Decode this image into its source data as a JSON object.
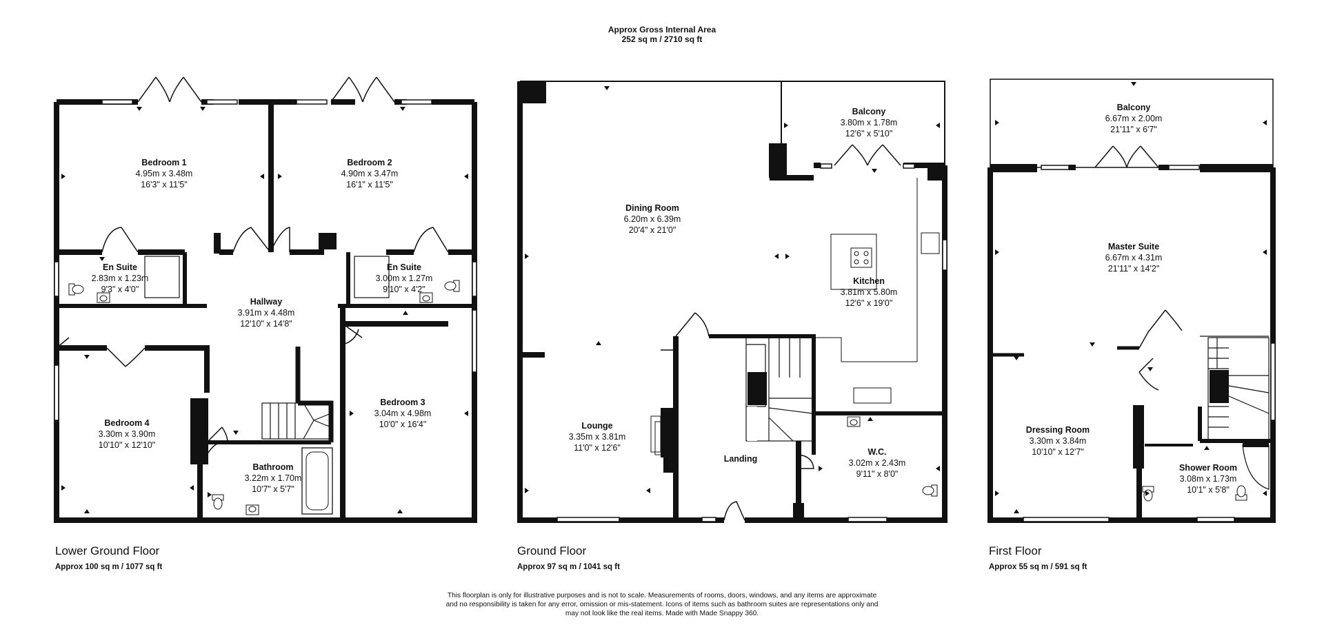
{
  "header": {
    "title": "Approx Gross Internal Area",
    "total": "252 sq m / 2710 sq ft"
  },
  "floors": [
    {
      "name": "Lower Ground Floor",
      "area": "Approx 100 sq m / 1077 sq ft",
      "rooms": [
        {
          "name": "Bedroom 1",
          "metric": "4.95m x 3.48m",
          "imperial": "16'3\" x 11'5\""
        },
        {
          "name": "Bedroom 2",
          "metric": "4.90m x 3.47m",
          "imperial": "16'1\" x 11'5\""
        },
        {
          "name": "En Suite",
          "metric": "2.83m x 1.23m",
          "imperial": "9'3\" x 4'0\""
        },
        {
          "name": "En Suite",
          "metric": "3.00m x 1.27m",
          "imperial": "9'10\" x 4'2\""
        },
        {
          "name": "Hallway",
          "metric": "3.91m x 4.48m",
          "imperial": "12'10\" x 14'8\""
        },
        {
          "name": "Bedroom 4",
          "metric": "3.30m x 3.90m",
          "imperial": "10'10\" x 12'10\""
        },
        {
          "name": "Bedroom 3",
          "metric": "3.04m x 4.98m",
          "imperial": "10'0\" x 16'4\""
        },
        {
          "name": "Bathroom",
          "metric": "3.22m x 1.70m",
          "imperial": "10'7\" x 5'7\""
        }
      ]
    },
    {
      "name": "Ground Floor",
      "area": "Approx 97 sq m / 1041 sq ft",
      "rooms": [
        {
          "name": "Balcony",
          "metric": "3.80m x 1.78m",
          "imperial": "12'6\" x 5'10\""
        },
        {
          "name": "Dining Room",
          "metric": "6.20m x 6.39m",
          "imperial": "20'4\" x 21'0\""
        },
        {
          "name": "Kitchen",
          "metric": "3.81m x 5.80m",
          "imperial": "12'6\" x 19'0\""
        },
        {
          "name": "Lounge",
          "metric": "3.35m x 3.81m",
          "imperial": "11'0\" x 12'6\""
        },
        {
          "name": "Landing",
          "metric": "",
          "imperial": ""
        },
        {
          "name": "W.C.",
          "metric": "3.02m x 2.43m",
          "imperial": "9'11\" x 8'0\""
        }
      ]
    },
    {
      "name": "First Floor",
      "area": "Approx 55 sq m / 591 sq ft",
      "rooms": [
        {
          "name": "Balcony",
          "metric": "6.67m x 2.00m",
          "imperial": "21'11\" x 6'7\""
        },
        {
          "name": "Master Suite",
          "metric": "6.67m x 4.31m",
          "imperial": "21'11\" x 14'2\""
        },
        {
          "name": "Dressing Room",
          "metric": "3.30m x 3.84m",
          "imperial": "10'10\" x 12'7\""
        },
        {
          "name": "Shower Room",
          "metric": "3.08m x 1.73m",
          "imperial": "10'1\" x 5'8\""
        }
      ]
    }
  ],
  "disclaimer": [
    "This floorplan is only for illustrative purposes and is not to scale. Measurements of rooms, doors, windows, and any items are approximate",
    "and no responsibility is taken for any error, omission or mis-statement. Icons of items such as bathroom suites are representations only and",
    "may not look like the real items. Made with Made Snappy 360."
  ]
}
